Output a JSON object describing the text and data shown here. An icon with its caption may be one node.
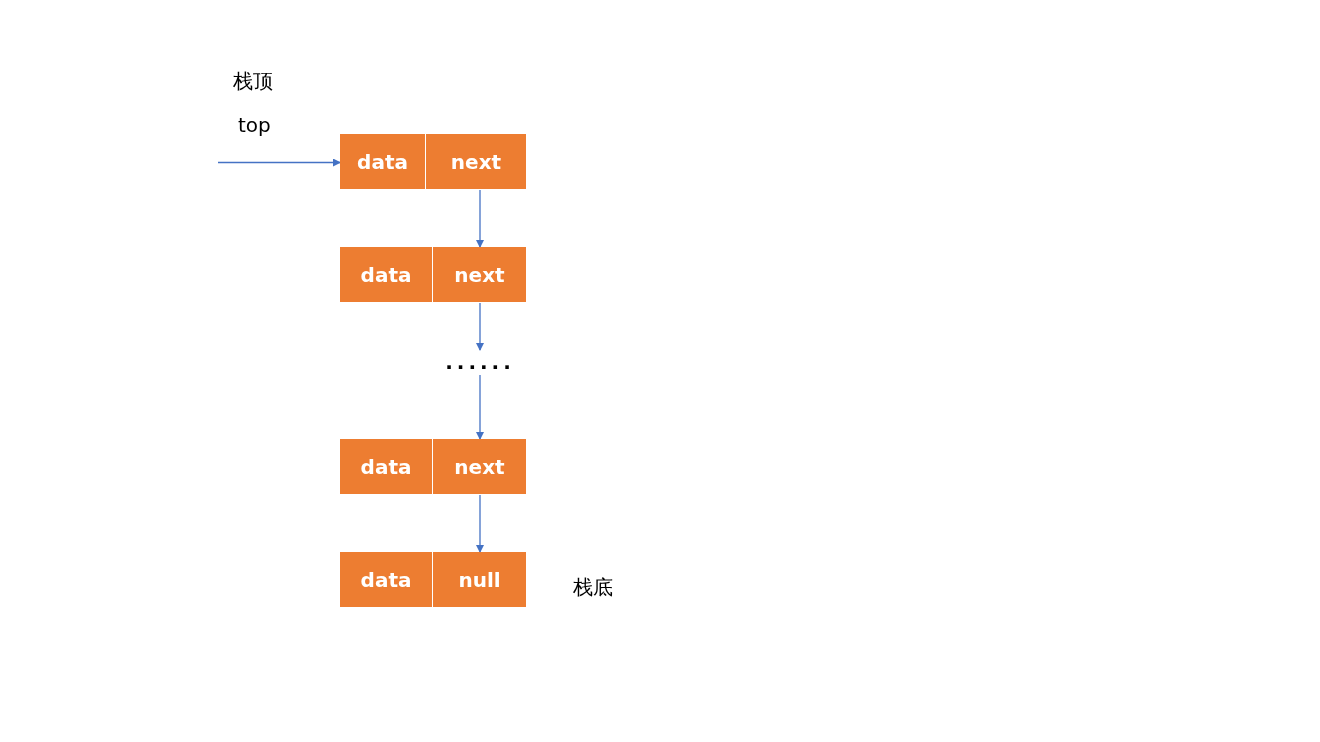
{
  "diagram": {
    "nodes": [
      {
        "text": [
          "data"
        ]
      },
      {
        "text": [
          "next"
        ]
      },
      {
        "text": [
          "data"
        ]
      },
      {
        "text": [
          "next"
        ]
      },
      {
        "text": [
          "......"
        ]
      },
      {
        "text": [
          "data"
        ]
      },
      {
        "text": [
          "next"
        ]
      },
      {
        "text": [
          "data"
        ]
      },
      {
        "text": [
          "null"
        ],
        "beside": [
          "栈底"
        ]
      }
    ],
    "edges": [
      {
        "from": null,
        "to": 0,
        "arrow": "to"
      },
      {
        "from": 1,
        "to": 3,
        "arrow": "to"
      },
      {
        "from": 3,
        "to": 4,
        "arrow": "to"
      },
      {
        "from": 4,
        "to": 6,
        "arrow": "to"
      },
      {
        "from": 6,
        "to": 8,
        "arrow": "to"
      }
    ],
    "labels": [
      "栈顶",
      "top"
    ]
  }
}
